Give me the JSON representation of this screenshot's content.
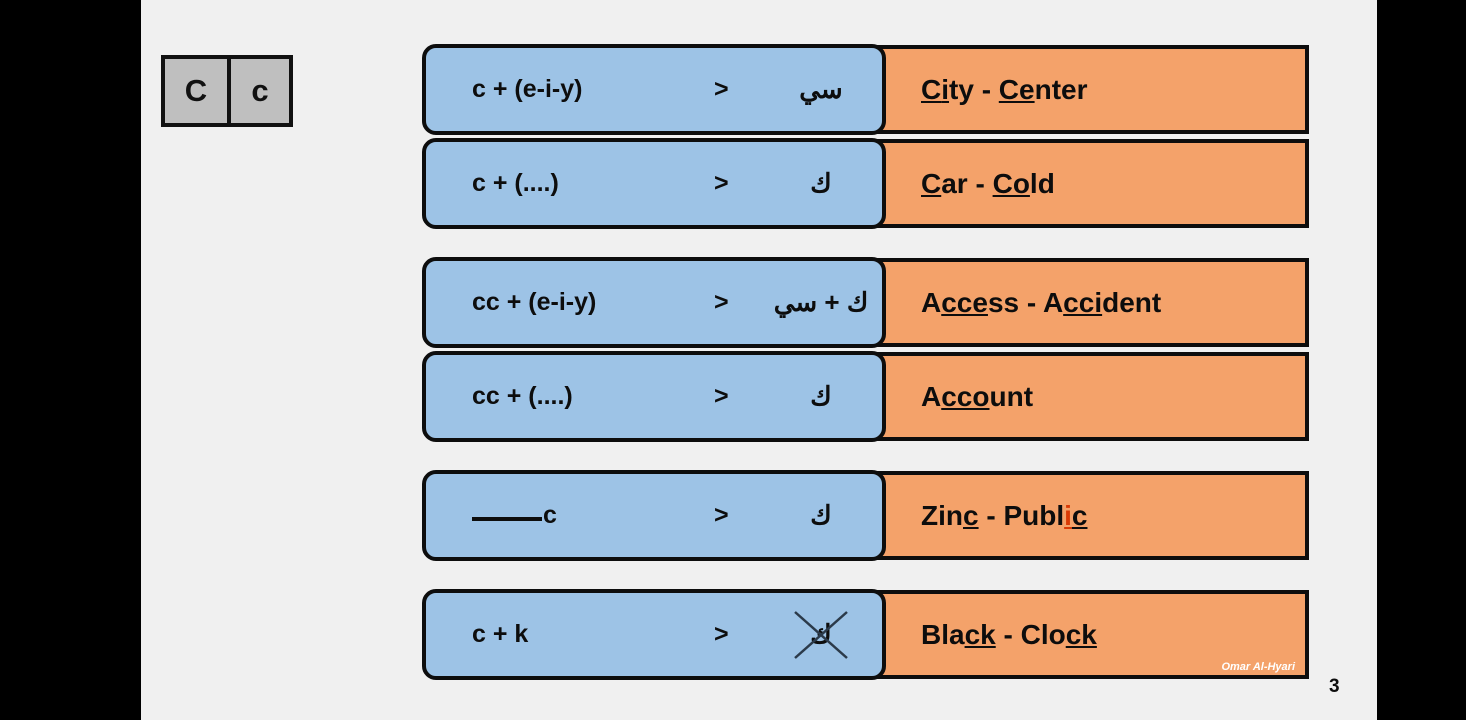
{
  "slide": {
    "background_color": "#F0F0F0",
    "letterbar_color": "#000000",
    "page_number": "3",
    "signature": "Omar Al-Hyari",
    "accent_blue": "#9DC3E6",
    "accent_orange": "#F4A26A",
    "highlight_red": "#D93A06"
  },
  "letter_key": {
    "upper": "C",
    "lower": "c"
  },
  "groups": [
    {
      "rows": [
        {
          "rule": "c + (e-i-y)",
          "arrow": ">",
          "arabic": "سي",
          "struck": false,
          "example": "City  - Center",
          "example_parts": [
            {
              "text": "C",
              "underline": true,
              "highlight": false
            },
            {
              "text": "i",
              "underline": true,
              "highlight": false
            },
            {
              "text": "ty  - ",
              "underline": false,
              "highlight": false
            },
            {
              "text": "Ce",
              "underline": true,
              "highlight": false
            },
            {
              "text": "nter",
              "underline": false,
              "highlight": false
            }
          ]
        },
        {
          "rule": "c + (....)",
          "arrow": ">",
          "arabic": "ك",
          "struck": false,
          "example": "Car - Cold",
          "example_parts": [
            {
              "text": "C",
              "underline": true,
              "highlight": false
            },
            {
              "text": "ar - ",
              "underline": false,
              "highlight": false
            },
            {
              "text": "Co",
              "underline": true,
              "highlight": false
            },
            {
              "text": "ld",
              "underline": false,
              "highlight": false
            }
          ]
        }
      ]
    },
    {
      "rows": [
        {
          "rule": "cc + (e-i-y)",
          "arrow": ">",
          "arabic": "ك + سي",
          "struck": false,
          "example": "Access - Accident",
          "example_parts": [
            {
              "text": "A",
              "underline": false,
              "highlight": false
            },
            {
              "text": "cce",
              "underline": true,
              "highlight": false
            },
            {
              "text": "ss - A",
              "underline": false,
              "highlight": false
            },
            {
              "text": "cci",
              "underline": true,
              "highlight": false
            },
            {
              "text": "dent",
              "underline": false,
              "highlight": false
            }
          ]
        },
        {
          "rule": "cc + (....)",
          "arrow": ">",
          "arabic": "ك",
          "struck": false,
          "example": "Account",
          "example_parts": [
            {
              "text": "A",
              "underline": false,
              "highlight": false
            },
            {
              "text": "cco",
              "underline": true,
              "highlight": false
            },
            {
              "text": "unt",
              "underline": false,
              "highlight": false
            }
          ]
        }
      ]
    },
    {
      "rows": [
        {
          "rule": "______c",
          "arrow": ">",
          "arabic": "ك",
          "struck": false,
          "blank_prefix": true,
          "rule_after_blank": "c",
          "example": "Zinc - Public",
          "example_parts": [
            {
              "text": "Zin",
              "underline": false,
              "highlight": false
            },
            {
              "text": "c",
              "underline": true,
              "highlight": false
            },
            {
              "text": " - Publ",
              "underline": false,
              "highlight": false
            },
            {
              "text": "i",
              "underline": true,
              "highlight": true
            },
            {
              "text": "c",
              "underline": true,
              "highlight": false
            }
          ]
        }
      ]
    },
    {
      "rows": [
        {
          "rule": "c + k",
          "arrow": ">",
          "arabic": "ك",
          "struck": true,
          "example": "Black - Clock",
          "example_parts": [
            {
              "text": "Bla",
              "underline": false,
              "highlight": false
            },
            {
              "text": "ck",
              "underline": true,
              "highlight": false
            },
            {
              "text": " - Clo",
              "underline": false,
              "highlight": false
            },
            {
              "text": "ck",
              "underline": true,
              "highlight": false
            }
          ],
          "has_signature": true
        }
      ]
    }
  ]
}
